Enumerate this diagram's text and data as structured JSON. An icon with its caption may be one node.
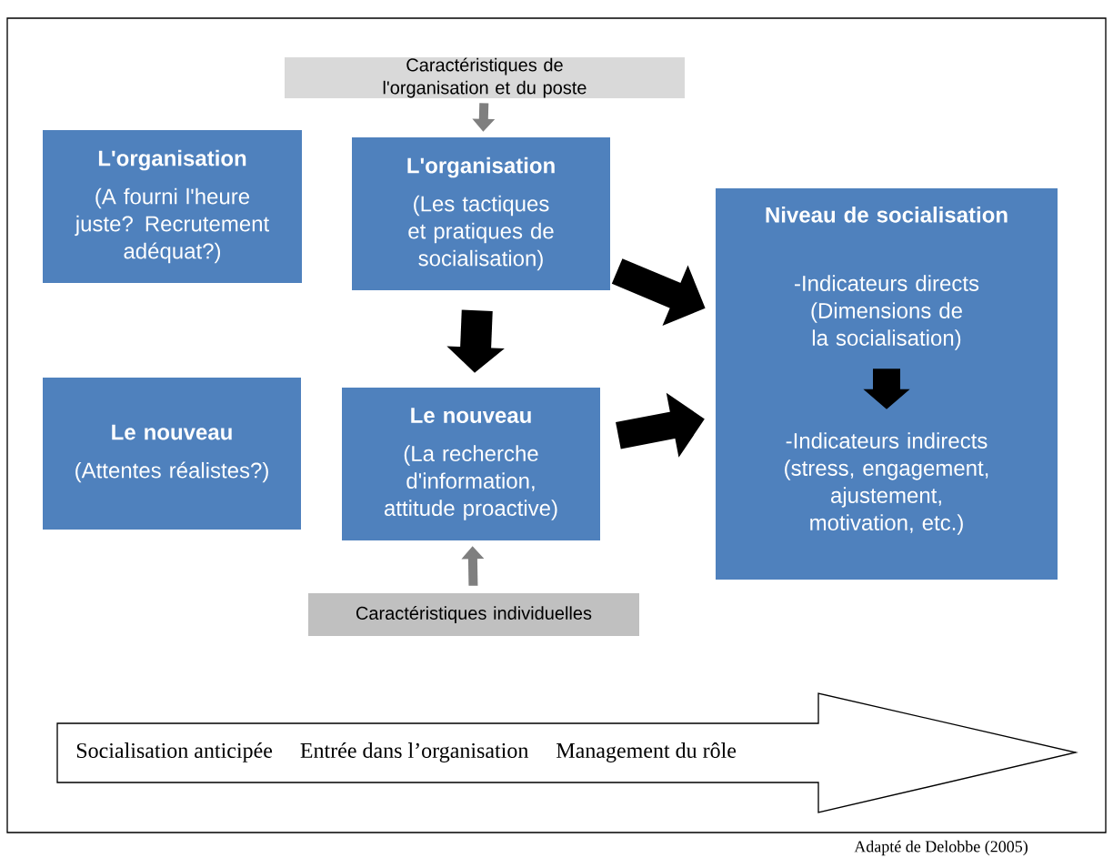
{
  "diagram": {
    "caption": "Adapté de Delobbe (2005)",
    "nodes": [
      {
        "text": [
          "Caractéristiques de l'organisation et du poste"
        ]
      },
      {
        "text": [
          "L'organisation",
          "(A fourni l'heure juste? Recrutement adéquat?)"
        ]
      },
      {
        "text": [
          "L'organisation",
          "(Les tactiques et pratiques de socialisation)"
        ]
      },
      {
        "text": [
          "Niveau de socialisation"
        ]
      },
      {
        "text": [
          "-Indicateurs directs (Dimensions de la socialisation)"
        ],
        "in": 3
      },
      {
        "text": [
          "-Indicateurs indirects (stress, engagement, ajustement, motivation, etc.)"
        ],
        "in": 3
      },
      {
        "text": [
          "Le nouveau",
          "(Attentes réalistes?)"
        ]
      },
      {
        "text": [
          "Le nouveau",
          "(La recherche d'information, attitude proactive)"
        ]
      },
      {
        "text": [
          "Caractéristiques individuelles"
        ]
      },
      {
        "text": [
          "Socialisation anticipée",
          "Entrée dans l’organisation",
          "Management du rôle"
        ]
      }
    ],
    "edges": [
      {
        "from": 0,
        "to": 2,
        "arrow": "to",
        "color": "#7f7f7f"
      },
      {
        "from": 2,
        "to": 7,
        "arrow": "to"
      },
      {
        "from": 2,
        "to": 3,
        "arrow": "to"
      },
      {
        "from": 7,
        "to": 3,
        "arrow": "to"
      },
      {
        "from": 4,
        "to": 5,
        "arrow": "to"
      },
      {
        "from": 8,
        "to": 7,
        "arrow": "to",
        "color": "#7f7f7f"
      }
    ]
  }
}
